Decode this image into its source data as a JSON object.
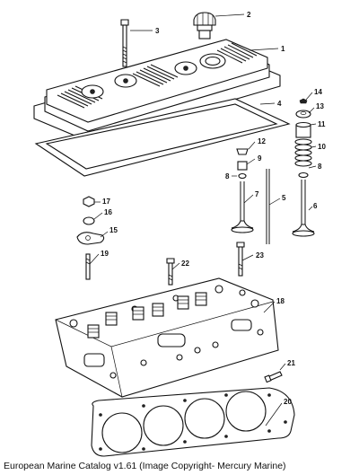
{
  "caption": "European Marine Catalog v1.61 (Image Copyright- Mercury Marine)",
  "callouts": [
    "1",
    "2",
    "3",
    "4",
    "5",
    "6",
    "7",
    "8",
    "8",
    "9",
    "10",
    "11",
    "12",
    "13",
    "14",
    "15",
    "16",
    "17",
    "18",
    "19",
    "20",
    "21",
    "22",
    "23"
  ]
}
